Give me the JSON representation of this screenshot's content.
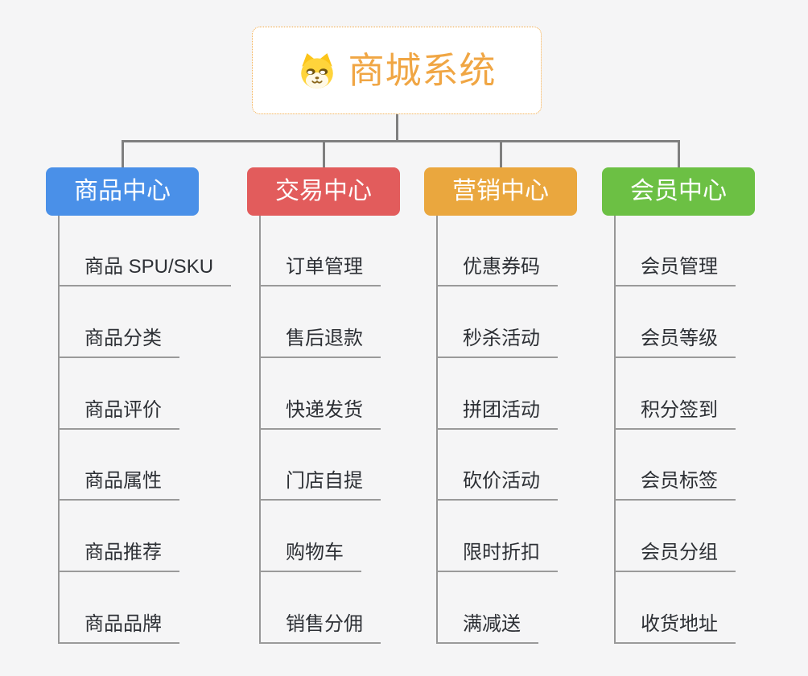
{
  "root": {
    "title": "商城系统",
    "icon": "dog-face-icon",
    "title_color": "#f0a644",
    "border_color": "#f2a944"
  },
  "connector_color": "#7f7f7f",
  "leaf_line_color": "#9a9a9a",
  "branches": [
    {
      "label": "商品中心",
      "color": "#4a90e8",
      "children": [
        "商品 SPU/SKU",
        "商品分类",
        "商品评价",
        "商品属性",
        "商品推荐",
        "商品品牌"
      ]
    },
    {
      "label": "交易中心",
      "color": "#e25c5c",
      "children": [
        "订单管理",
        "售后退款",
        "快递发货",
        "门店自提",
        "购物车",
        "销售分佣"
      ]
    },
    {
      "label": "营销中心",
      "color": "#eaa73e",
      "children": [
        "优惠券码",
        "秒杀活动",
        "拼团活动",
        "砍价活动",
        "限时折扣",
        "满减送"
      ]
    },
    {
      "label": "会员中心",
      "color": "#6cc044",
      "children": [
        "会员管理",
        "会员等级",
        "积分签到",
        "会员标签",
        "会员分组",
        "收货地址"
      ]
    }
  ]
}
